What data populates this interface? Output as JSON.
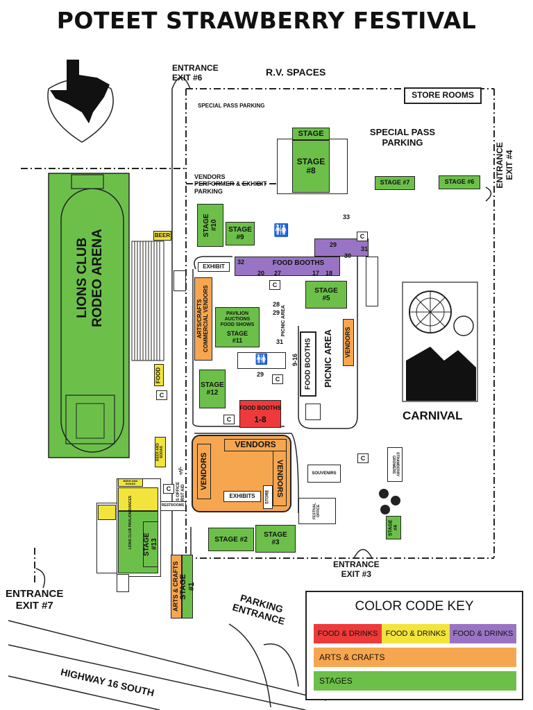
{
  "title": "POTEET STRAWBERRY FESTIVAL",
  "labels": {
    "entrance6": "ENTRANCE\nEXIT #6",
    "rv": "R.V. SPACES",
    "store_rooms": "STORE ROOMS",
    "special_pass_small": "SPECIAL PASS PARKING",
    "special_pass": "SPECIAL PASS\nPARKING",
    "vendors_parking": "VENDORS\nPERFORMER & EXHIBIT\nPARKING",
    "entrance4": "ENTRANCE\nEXIT #4",
    "rodeo": "LIONS CLUB\nRODEO ARENA",
    "beer": "BEER",
    "food": "FOOD",
    "exhibit": "EXHIBIT",
    "food_booths_top": "FOOD BOOTHS",
    "arts_vendors": "ARTS/CRAFTS\nCOMMERCIAL VENDORS",
    "pavilion": "PAVILION\nAUCTIONS\nFOOD SHOWS",
    "picnic_small": "PICNIC AREA",
    "food_booths_vert": "FOOD BOOTHS",
    "picnic_area": "PICNIC AREA",
    "vendors_vert": "VENDORS",
    "carnival": "CARNIVAL",
    "food_booths_red": "FOOD BOOTHS",
    "red_range": "1-8",
    "vendors_top": "VENDORS",
    "vendors_left": "VENDORS",
    "vendors_right": "VENDORS",
    "exhibits": "EXHIBITS",
    "store": "STORE",
    "souvenirs": "SOUVENIRS",
    "strawberry_growers": "STRAWBERRY GROWERS",
    "festival_office": "FESTIVAL OFFICE",
    "ems": "EMS OFFICE\nFIRST AID",
    "restrooms": "RESTROOMS",
    "beer_soda": "BEER AND SODAS",
    "beer_soda2": "BEER AND SODAS",
    "pavilion_dances": "LIONS CLUB PAVILION/DANCES",
    "arts_crafts_vert": "ARTS & CRAFTS",
    "entrance3": "ENTRANCE\nEXIT #3",
    "entrance7": "ENTRANCE\nEXIT #7",
    "parking_entrance": "PARKING\nENTRANCE",
    "highway": "HIGHWAY 16 SOUTH",
    "range_916": "9-16",
    "c": "C"
  },
  "stages": {
    "stage_top": "STAGE",
    "stage8": "STAGE\n#8",
    "stage7": "STAGE #7",
    "stage6": "STAGE #6",
    "stage10": "STAGE\n#10",
    "stage9": "STAGE\n#9",
    "stage5": "STAGE\n#5",
    "stage11": "STAGE\n#11",
    "stage12": "STAGE\n#12",
    "stage2": "STAGE #2",
    "stage3": "STAGE\n#3",
    "stage4": "STAGE\n#4",
    "stage13": "STAGE\n#13",
    "stage1": "STAGE\n#1"
  },
  "numbers": {
    "n33": "33",
    "n29a": "29",
    "n31a": "31",
    "n30": "30",
    "n32": "32",
    "n20": "20",
    "n27": "27",
    "n17": "17",
    "n18": "18",
    "n28": "28",
    "n29b": "29",
    "n29c": "29",
    "n31b": "31"
  },
  "legend": {
    "title": "COLOR CODE KEY",
    "items": [
      {
        "label": "FOOD & DRINKS",
        "color": "#ee3a3a"
      },
      {
        "label": "FOOD & DRINKS",
        "color": "#f2e43a"
      },
      {
        "label": "FOOD & DRINKS",
        "color": "#9a74c4"
      },
      {
        "label": "ARTS & CRAFTS",
        "color": "#f7a650"
      },
      {
        "label": "STAGES",
        "color": "#6cc04a"
      }
    ]
  },
  "colors": {
    "stage": "#6cc04a",
    "arts": "#f7a650",
    "food_red": "#ee3a3a",
    "food_yellow": "#f2e43a",
    "food_purple": "#9a74c4"
  }
}
